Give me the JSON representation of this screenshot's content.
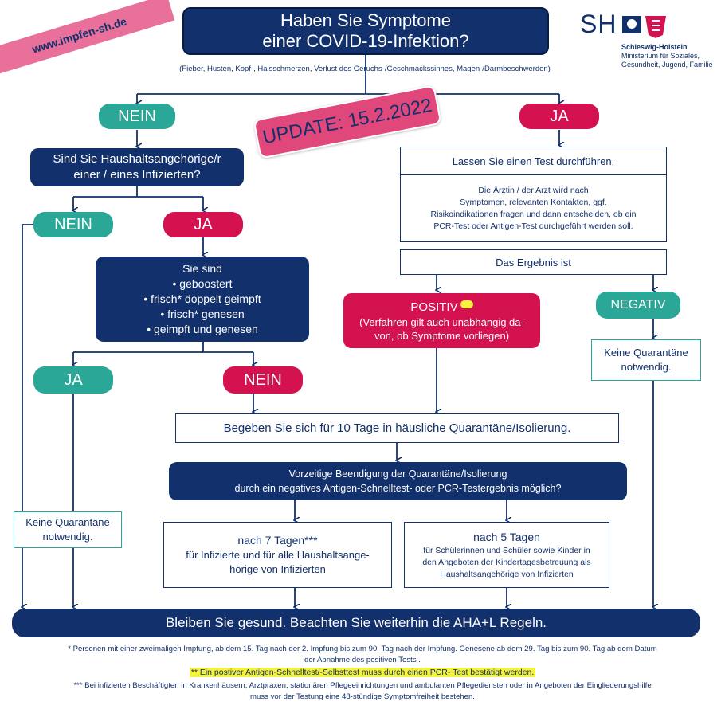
{
  "banner": {
    "url": "www.impfen-sh.de",
    "update": "UPDATE: 15.2.2022"
  },
  "header": {
    "title_line1": "Haben Sie Symptome",
    "title_line2": "einer COVID-19-Infektion?",
    "symptoms": "(Fieber, Husten, Kopf-, Halsschmerzen, Verlust des Geruchs-/Geschmackssinnes, Magen-/Darmbeschwerden)"
  },
  "logo": {
    "initials": "SH",
    "state": "Schleswig-Holstein",
    "ministry_line1": "Ministerium für Soziales,",
    "ministry_line2": "Gesundheit, Jugend, Familie"
  },
  "left": {
    "nein_top": "NEIN",
    "question_line1": "Sind Sie Haushaltsangehörige/r",
    "question_line2": "einer / eines Infizierten?",
    "nein2": "NEIN",
    "ja2": "JA",
    "sie_sind": "Sie sind",
    "status_items": [
      "• geboostert",
      "• frisch* doppelt geimpft",
      "• frisch* genesen",
      "• geimpft und genesen"
    ],
    "ja3": "JA",
    "nein3": "NEIN",
    "no_quarantine_line1": "Keine Quarantäne",
    "no_quarantine_line2": "notwendig."
  },
  "right": {
    "ja_top": "JA",
    "test_title": "Lassen Sie einen Test durchführen.",
    "test_text": [
      "Die Ärztin / der Arzt wird nach",
      "Symptomen, relevanten Kontakten, ggf.",
      "Risikoindikationen fragen und dann entscheiden, ob ein",
      "PCR-Test oder Antigen-Test durchgeführt werden soll."
    ],
    "ergebnis": "Das Ergebnis ist",
    "positiv": "POSITIV",
    "positiv_note_line1": "(Verfahren gilt auch unabhängig da-",
    "positiv_note_line2": "von, ob Symptome vorliegen)",
    "negativ": "NEGATIV",
    "no_quarantine_line1": "Keine Quarantäne",
    "no_quarantine_line2": "notwendig."
  },
  "middle": {
    "quarantine": "Begeben Sie sich für 10 Tage in häusliche Quarantäne/Isolierung.",
    "early_end_line1": "Vorzeitige Beendigung der Quarantäne/Isolierung",
    "early_end_line2": "durch ein negatives Antigen-Schnelltest- oder PCR-Testergebnis möglich?",
    "after7_title": "nach 7 Tagen***",
    "after7_text": [
      "für Infizierte und für alle Haushaltsange-",
      "hörige von Infizierten"
    ],
    "after5_title": "nach 5 Tagen",
    "after5_text": [
      "für Schülerinnen und Schüler sowie Kinder in",
      "den Angeboten der Kindertagesbetreuung als",
      "Haushaltsangehörige von Infizierten"
    ]
  },
  "footer_bar": "Bleiben Sie gesund. Beachten Sie weiterhin die AHA+L Regeln.",
  "footnotes": {
    "note1_line1": "* Personen mit einer zweimaligen Impfung, ab dem 15. Tag nach der 2. Impfung bis zum 90. Tag nach der Impfung. Genesene ab dem 29. Tag bis zum 90. Tag ab dem Datum",
    "note1_line2": "der Abnahme des positiven Tests .",
    "note2": "** Ein postiver Antigen-Schnelltest/-Selbsttest muss durch einen PCR- Test bestätigt werden.",
    "note3_line1": "*** Bei infizierten Beschäftigten in Krankenhäusern, Arztpraxen, stationären Pflegeeinrichtungen und ambulanten Pflegediensten oder in Angeboten der Eingliederungshilfe",
    "note3_line2": "muss vor der Testung eine 48-stündige Symptomfreiheit bestehen."
  },
  "colors": {
    "navy": "#12306b",
    "teal": "#2aa796",
    "red": "#d3124f",
    "pink": "#e8709a",
    "highlight": "#f4f23a"
  }
}
